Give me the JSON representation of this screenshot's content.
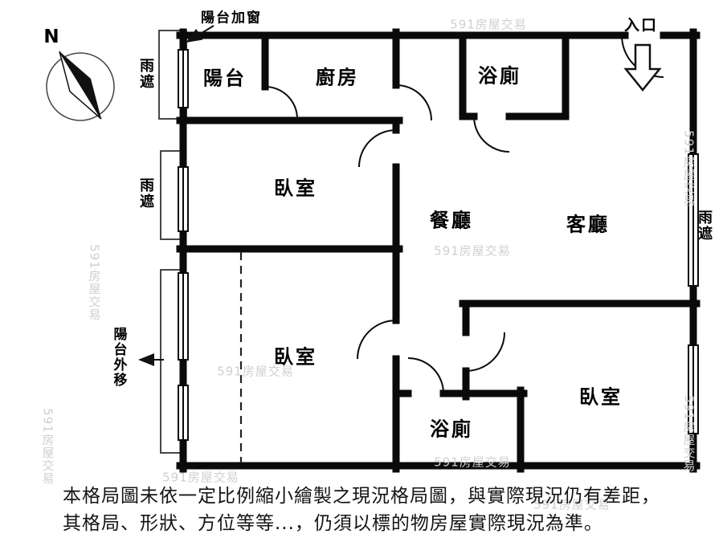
{
  "compass": {
    "north_label": "N"
  },
  "annotations": {
    "balcony_window": "陽台加窗",
    "entrance": "入口",
    "rain_shield": "雨遮",
    "balcony_extended": "陽台外移"
  },
  "rooms": {
    "balcony": "陽台",
    "kitchen": "廚房",
    "bathroom_top": "浴廁",
    "bedroom_top_left": "臥室",
    "dining_room": "餐廳",
    "living_room": "客廳",
    "bedroom_bottom_left": "臥室",
    "bathroom_bottom": "浴廁",
    "bedroom_bottom_right": "臥室"
  },
  "watermark": {
    "text": "591房屋交易"
  },
  "disclaimer": {
    "line1": "本格局圖未依一定比例縮小繪製之現況格局圖，與實際現況仍有差距，",
    "line2": "其格局、形狀、方位等等...，仍須以標的物房屋實際現況為準。"
  },
  "colors": {
    "wall": "#0a0a0a",
    "background": "#ffffff",
    "watermark_gray": "#cfcfcf"
  }
}
